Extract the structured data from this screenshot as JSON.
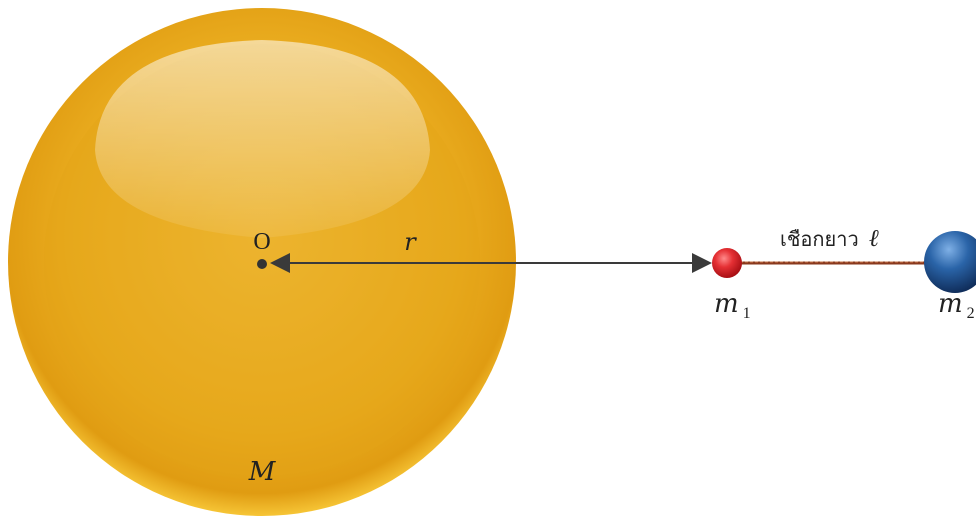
{
  "labels": {
    "center": "O",
    "distance": "r",
    "planet_mass": "M",
    "mass1_sym": "m",
    "mass1_sub": "1",
    "mass2_sym": "m",
    "mass2_sub": "2",
    "string_text": "เชือกยาว",
    "string_length_sym": "ℓ"
  },
  "colors": {
    "planet": "#f0b323",
    "mass1": "#e0242c",
    "mass2": "#1e4f8c",
    "string": "#8a3a1e",
    "arrow": "#3a3a3a"
  }
}
